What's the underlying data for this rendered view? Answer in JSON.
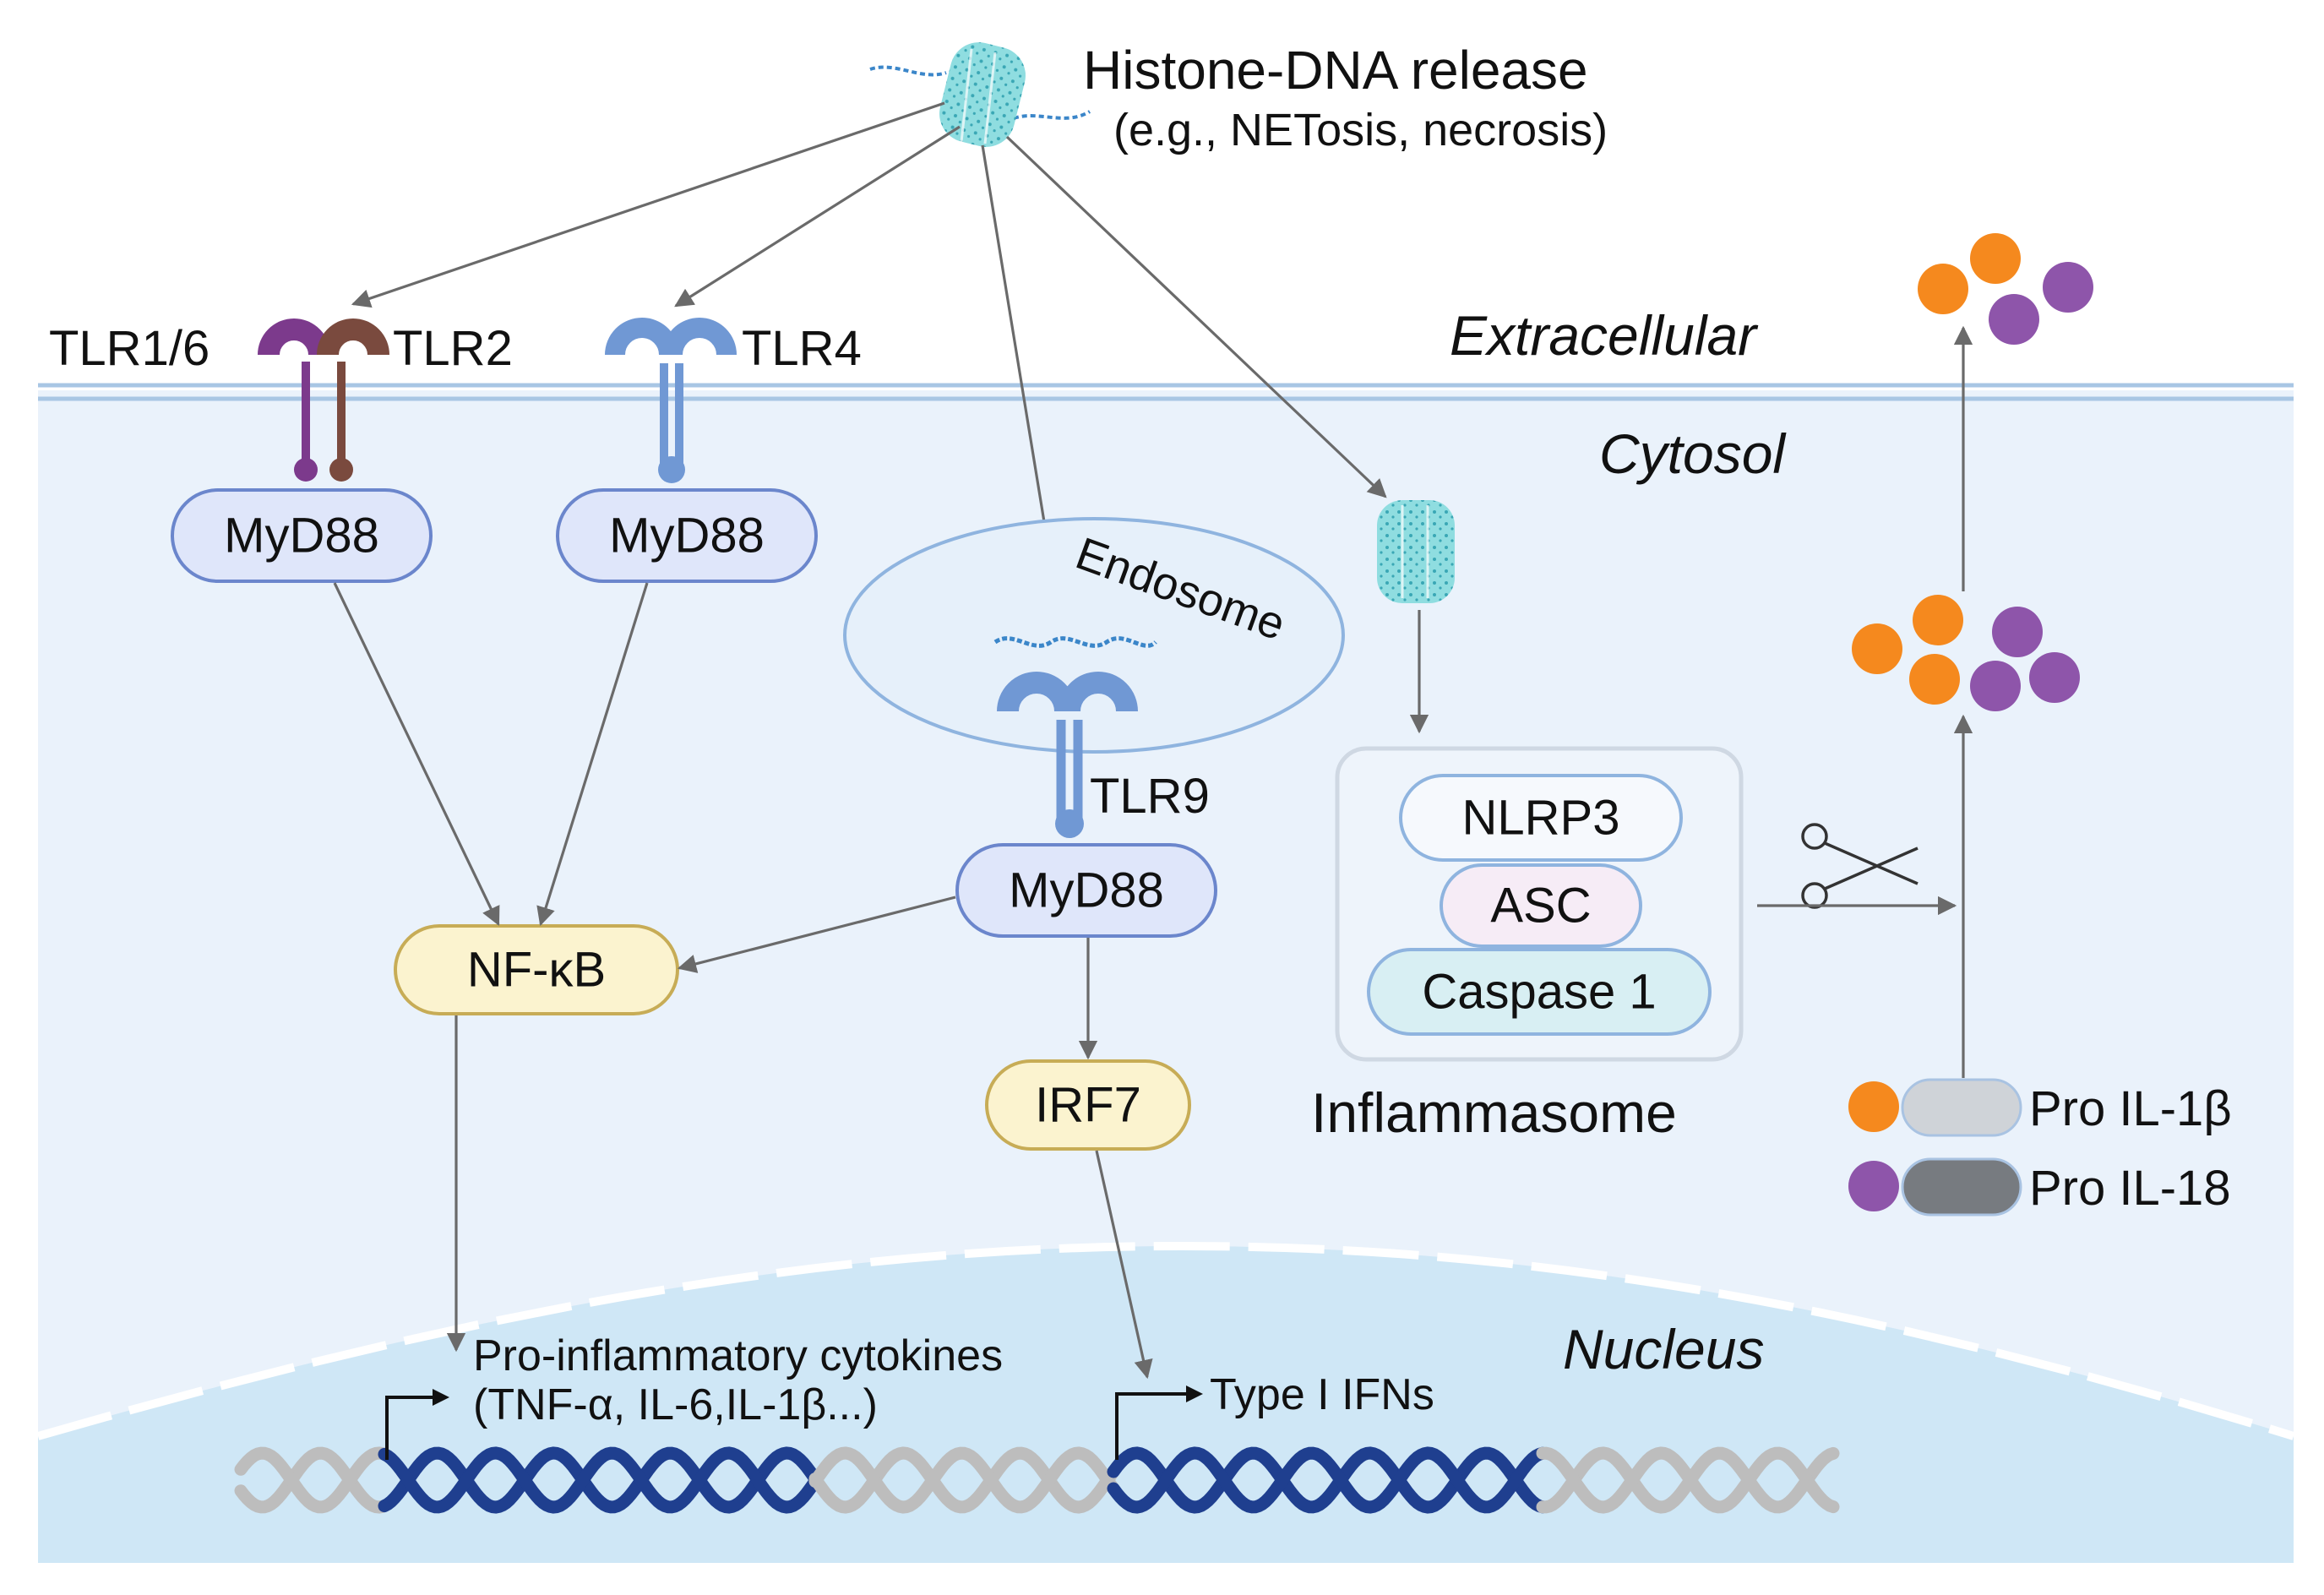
{
  "source": {
    "title": "Histone-DNA release",
    "subtitle": "(e.g., NETosis, necrosis)"
  },
  "zones": {
    "extracellular": "Extracellular",
    "cytosol": "Cytosol",
    "nucleus": "Nucleus"
  },
  "receptors": {
    "tlr16": "TLR1/6",
    "tlr2": "TLR2",
    "tlr4": "TLR4",
    "tlr9": "TLR9"
  },
  "adaptors": {
    "myd88_1": "MyD88",
    "myd88_2": "MyD88",
    "myd88_3": "MyD88"
  },
  "endosome": "Endosome",
  "factors": {
    "nfkb": "NF-κB",
    "irf7": "IRF7"
  },
  "inflammasome": {
    "label": "Inflammasome",
    "nlrp3": "NLRP3",
    "asc": "ASC",
    "caspase": "Caspase 1"
  },
  "cytokines": {
    "pro_il1b": "Pro IL-1β",
    "pro_il18": "Pro IL-18"
  },
  "genes": {
    "proinflammatory_line1": "Pro-inflammatory cytokines",
    "proinflammatory_line2": "(TNF-α, IL-6,IL-1β...)",
    "type1_ifn": "Type I IFNs"
  },
  "colors": {
    "cytosol_fill": "#eaf2fb",
    "nucleus_fill": "#cfe7f6",
    "myd88_fill": "#dfe6fa",
    "myd88_stroke": "#6b86cc",
    "factor_fill": "#fbf3cf",
    "factor_stroke": "#c7ac56",
    "tlr16": "#7c3a8c",
    "tlr2": "#7a4a3e",
    "tlr_blue": "#7098d4",
    "il1b": "#f5891e",
    "il18": "#8e55aa",
    "dna_dark": "#1f3f8f",
    "dna_light": "#bdbdbd"
  }
}
